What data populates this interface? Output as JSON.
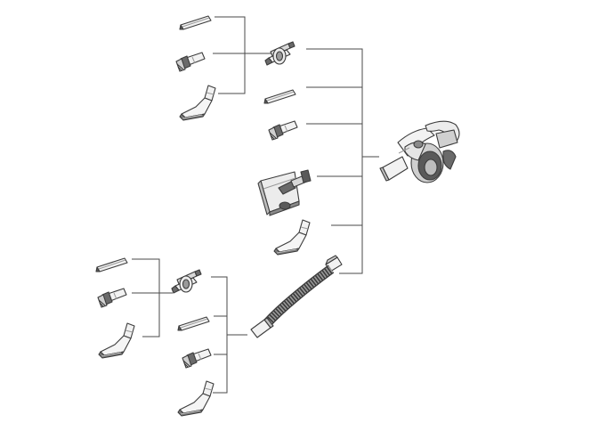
{
  "diagram": {
    "labels": [],
    "colors": {
      "line": "#4a4a4a",
      "outline": "#3c3c3c",
      "part_fill": "#f2f2f2",
      "part_shade": "#bdbdbd",
      "part_dark": "#5a5a5a",
      "accent_gray": "#8a8a8a",
      "background": "#ffffff"
    },
    "parts": [
      "handheld-vacuum-unit",
      "accessory-adapter",
      "crevice-tool",
      "dusting-brush",
      "motorized-brush-head",
      "wide-upholstery-tool",
      "extension-hose"
    ]
  }
}
